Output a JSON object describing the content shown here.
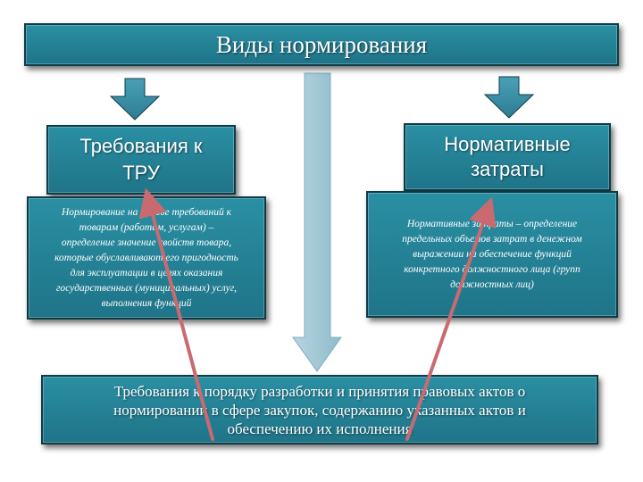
{
  "title": "Виды нормирования",
  "left": {
    "heading": "Требования к\nТРУ",
    "description": "Нормирование на основе требований к\nтоварам (работам, услугам) –\nопределение значение свойств товара,\nкоторые обуславливают его пригодность\nдля эксплуатации в целях оказания\nгосударственных (муниципальных) услуг,\nвыполнения функций"
  },
  "right": {
    "heading": "Нормативные\nзатраты",
    "description": "Нормативные затраты – определение\nпредельных объемов затрат в денежном\nвыражении на обеспечение функций\nконкретного должностного лица (групп\nдолжностных лиц)"
  },
  "bottom": "Требования к порядку разработки и принятия правовых актов о\nнормировании в сфере закупок, содержанию указанных актов и\nобеспечению их исполнения",
  "colors": {
    "box_fill": "#2a8fa3",
    "box_border": "#0f3b47",
    "down_arrow": "#3b8fa6",
    "center_arrow": "#9ec5d3",
    "red_arrow": "#c96a70"
  }
}
